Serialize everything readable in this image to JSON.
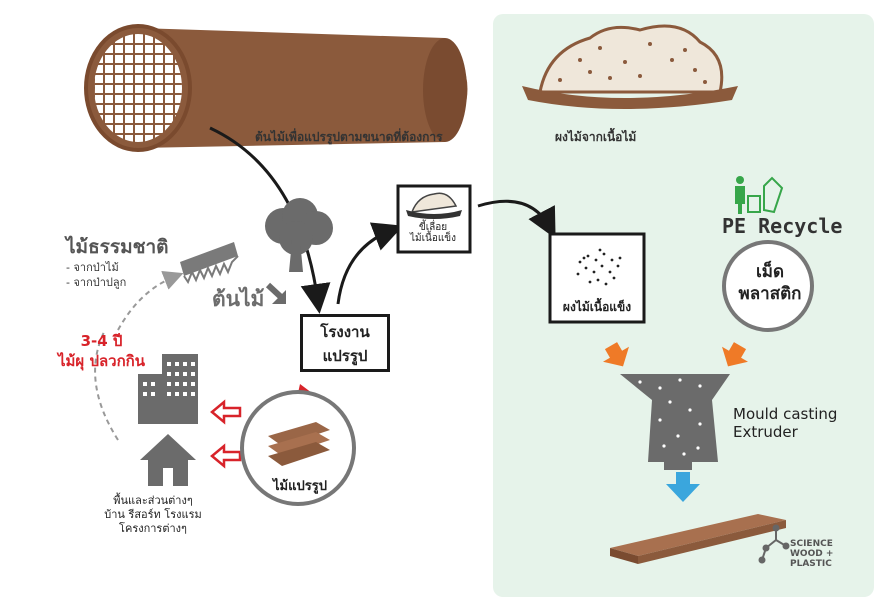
{
  "log": {
    "label": "ต้นไม้เพื่อแปรรูปตามขนาดที่ต้องการ"
  },
  "sawdust_pile": {
    "label": "ผงไม้จากเนื้อไม้"
  },
  "natural_wood": {
    "title": "ไม้ธรรมชาติ",
    "items": [
      "- จากป่าไม้",
      "- จากป่าปลูก"
    ]
  },
  "tree": {
    "label": "ต้นไม้"
  },
  "rot": {
    "years": "3-4 ปี",
    "note": "ไม้ผุ ปลวกกิน"
  },
  "uses": {
    "lines": [
      "พื้นและส่วนต่างๆ",
      "บ้าน รีสอร์ท โรงแรม",
      "โครงการต่างๆ"
    ]
  },
  "factory": {
    "lines": [
      "โรงงาน",
      "แปรรูป"
    ]
  },
  "product": {
    "label": "ไม้แปรรูป"
  },
  "hardwood_sawdust": {
    "lines": [
      "ขี้เลื่อย",
      "ไม้เนื้อแข็ง"
    ]
  },
  "hardwood_powder": {
    "label": "ผงไม้เนื้อแข็ง"
  },
  "pe": {
    "label": "PE Recycle"
  },
  "plastic_pellets": {
    "lines": [
      "เม็ด",
      "พลาสติก"
    ]
  },
  "extruder": {
    "lines": [
      "Mould casting",
      "Extruder"
    ]
  },
  "brand": {
    "lines": [
      "SCIENCE",
      "WOOD +",
      "PLASTIC"
    ]
  },
  "colors": {
    "panel": "#e6f3ea",
    "wood": "#8b5a3c",
    "grey": "#6b6b6b",
    "red": "#d8232a",
    "orange": "#ef7a27",
    "blue": "#3aa6dd",
    "recycle_green": "#37a64a"
  }
}
